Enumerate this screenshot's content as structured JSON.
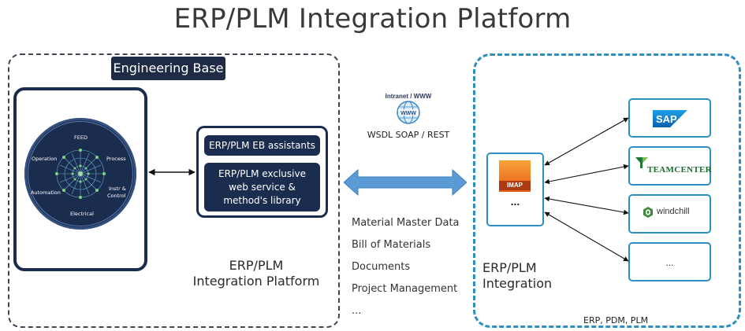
{
  "title": "ERP/PLM Integration Platform",
  "left": {
    "badge": "Engineering Base",
    "circle_labels": {
      "top": "FEED",
      "left": "Operation",
      "right": "Process",
      "lower_left": "Automation",
      "lower_right_1": "Instr &",
      "lower_right_2": "Control",
      "bottom": "Electrical"
    },
    "assistants": "ERP/PLM EB assistants",
    "exclusive_line1": "ERP/PLM exclusive",
    "exclusive_line2": "web service &",
    "exclusive_line3": "method's library",
    "caption_line1": "ERP/PLM",
    "caption_line2": "Integration Platform"
  },
  "middle": {
    "network": "Intranet / WWW",
    "www_icon_text": "WWW",
    "protocols": "WSDL SOAP / REST",
    "data_items": [
      "Material Master Data",
      "Bill of Materials",
      "Documents",
      "Project Management",
      "..."
    ]
  },
  "right": {
    "imap": "IMAP",
    "imap_more": "...",
    "caption_line1": "ERP/PLM",
    "caption_line2": "Integration",
    "systems": {
      "sap": "SAP",
      "teamcenter": "TEAMCENTER",
      "windchill": "windchill",
      "more": "..."
    },
    "footer": "ERP, PDM, PLM"
  },
  "colors": {
    "navy": "#1b2d4f",
    "blue": "#2e8ec2",
    "arrow": "#5b9bd5"
  }
}
